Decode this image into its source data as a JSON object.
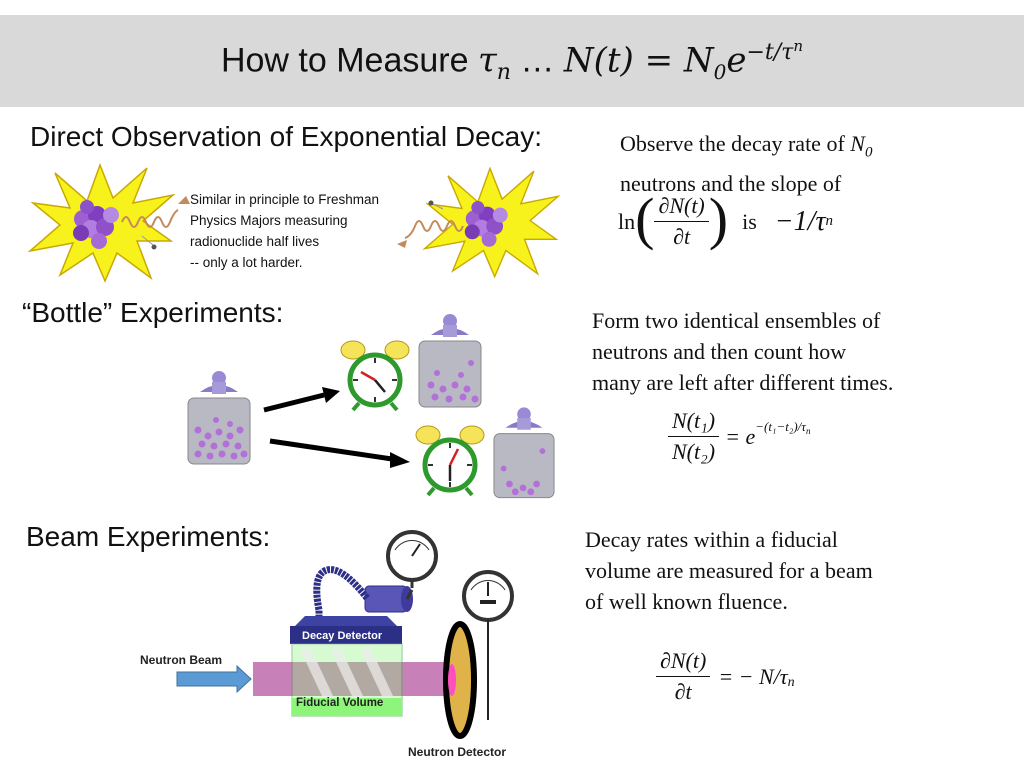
{
  "title": {
    "text": "How to Measure ",
    "tau": "τ",
    "tau_sub": "n",
    "ellipsis": " … ",
    "formula_lhs": "N(t) = N",
    "formula_sub": "0",
    "formula_e": "e",
    "formula_exp": "−t/τ",
    "formula_exp_sub": "n"
  },
  "direct": {
    "heading": "Direct Observation of Exponential Decay:",
    "desc_line1": "Observe the decay rate of ",
    "desc_n0": "N",
    "desc_n0_sub": "0",
    "desc_line2": "neutrons and the slope of",
    "ln": "ln",
    "partial_num": "∂N(t)",
    "partial_den": "∂t",
    "is": "is",
    "result": "−1/τ",
    "result_sub": "n",
    "note_line1": "Similar in principle to Freshman",
    "note_line2": "Physics Majors measuring",
    "note_line3": "radionuclide half lives",
    "note_line4": "-- only a lot harder."
  },
  "bottle": {
    "heading": "“Bottle” Experiments:",
    "desc_line1": "Form two identical ensembles of",
    "desc_line2": "neutrons and then count how",
    "desc_line3": "many are left after different times.",
    "eq_num": "N(t₁)",
    "eq_den": "N(t₂)",
    "eq_rhs": "= e",
    "eq_exp": "−(t₁−t₂)/τ",
    "eq_exp_sub": "n"
  },
  "beam": {
    "heading": "Beam Experiments:",
    "desc_line1": "Decay rates within a fiducial",
    "desc_line2": "volume are measured for a beam",
    "desc_line3": "of well known fluence.",
    "eq_num": "∂N(t)",
    "eq_den": "∂t",
    "eq_rhs": "= − N/τ",
    "eq_rhs_sub": "n",
    "label_beam": "Neutron Beam",
    "label_decay": "Decay Detector",
    "label_fiducial": "Fiducial Volume",
    "label_neutron_det": "Neutron Detector"
  },
  "icons": [
    "starburst-icon",
    "neutron-cluster-icon",
    "wavy-arrow-icon",
    "alarm-clock-icon",
    "bottle-icon",
    "gauge-icon",
    "pump-icon"
  ],
  "colors": {
    "title_band": "#d9d9d9",
    "burst": "#f7f21c",
    "neutron": "#b07ad9",
    "beam": "#c880b8",
    "detector_green": "#8cf57a",
    "detector_navy": "#2b2f86"
  }
}
